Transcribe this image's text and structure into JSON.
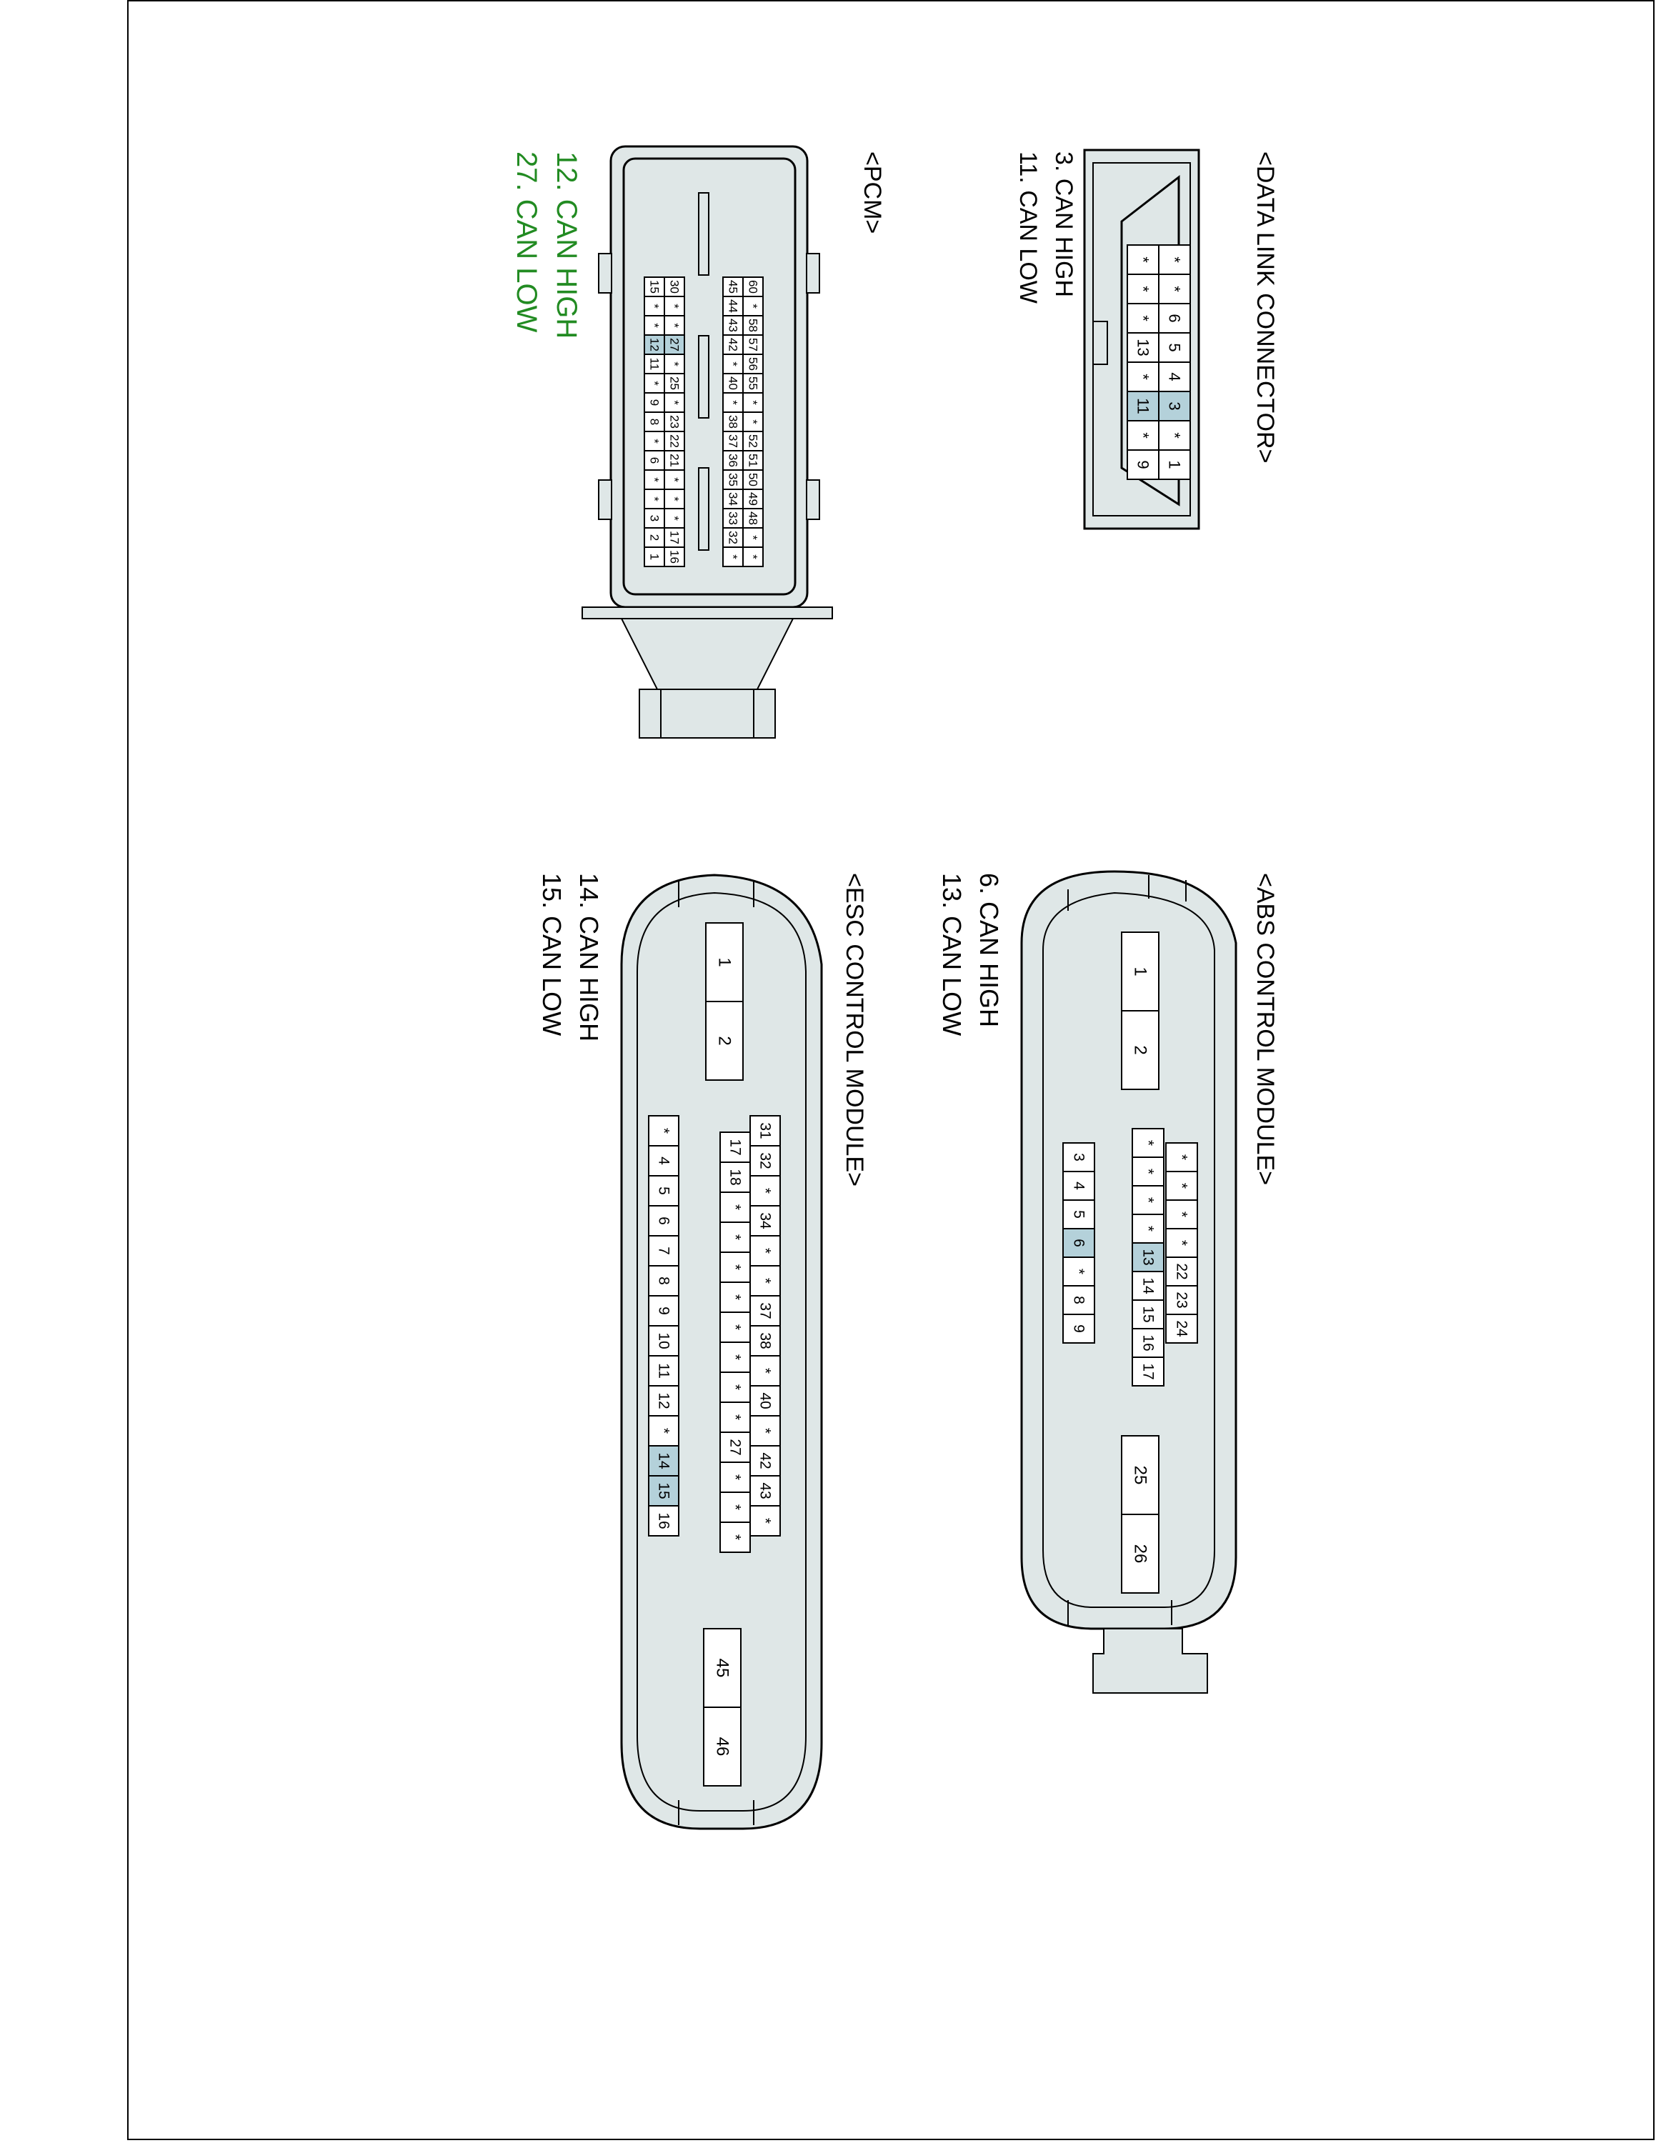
{
  "colors": {
    "connector_fill": "#dfe7e7",
    "highlight": "#b4d1da",
    "pcm_label": "#228b22",
    "line": "#000000"
  },
  "dlc": {
    "title": "<DATA LINK CONNECTOR>",
    "labels": [
      "3. CAN HIGH",
      "11. CAN LOW"
    ],
    "rows": [
      [
        "1",
        "*",
        "3",
        "4",
        "5",
        "6",
        "*",
        "*"
      ],
      [
        "9",
        "*",
        "11",
        "*",
        "13",
        "*",
        "*",
        "*"
      ]
    ],
    "highlighted": [
      "3",
      "11"
    ]
  },
  "pcm": {
    "title": "<PCM>",
    "labels": [
      "12. CAN HIGH",
      "27. CAN LOW"
    ],
    "upper_rows": [
      [
        "*",
        "*",
        "48",
        "49",
        "50",
        "51",
        "52",
        "*",
        "*",
        "55",
        "56",
        "57",
        "58",
        "*",
        "60"
      ],
      [
        "*",
        "32",
        "33",
        "34",
        "35",
        "36",
        "37",
        "38",
        "*",
        "40",
        "*",
        "42",
        "43",
        "44",
        "45"
      ]
    ],
    "lower_rows": [
      [
        "16",
        "17",
        "*",
        "*",
        "*",
        "21",
        "22",
        "23",
        "*",
        "25",
        "*",
        "27",
        "*",
        "*",
        "30"
      ],
      [
        "1",
        "2",
        "3",
        "*",
        "*",
        "6",
        "*",
        "8",
        "9",
        "*",
        "11",
        "12",
        "*",
        "*",
        "15"
      ]
    ],
    "highlighted": [
      "12",
      "27"
    ]
  },
  "abs": {
    "title": "<ABS CONTROL MODULE>",
    "labels": [
      "6. CAN HIGH",
      "13. CAN LOW"
    ],
    "top_block": [
      "1",
      "2"
    ],
    "grid_row1": [
      "*",
      "*",
      "*",
      "*",
      "22",
      "23",
      "24"
    ],
    "grid_row2": [
      "*",
      "*",
      "*",
      "*",
      "13",
      "14",
      "15",
      "16",
      "17"
    ],
    "left_row": [
      "3",
      "4",
      "5",
      "6",
      "*",
      "8",
      "9"
    ],
    "bottom_block": [
      "25",
      "26"
    ],
    "highlighted": [
      "6",
      "13"
    ]
  },
  "esc": {
    "title": "<ESC CONTROL MODULE>",
    "labels": [
      "14. CAN HIGH",
      "15. CAN LOW"
    ],
    "top_block": [
      "1",
      "2"
    ],
    "grid_row1": [
      "31",
      "32",
      "*",
      "34",
      "*",
      "*",
      "37",
      "38",
      "*",
      "40",
      "*",
      "42",
      "43",
      "*"
    ],
    "grid_row2": [
      "17",
      "18",
      "*",
      "*",
      "*",
      "*",
      "*",
      "*",
      "*",
      "*",
      "27",
      "*",
      "*",
      "*"
    ],
    "left_row": [
      "*",
      "4",
      "5",
      "6",
      "7",
      "8",
      "9",
      "10",
      "11",
      "12",
      "*",
      "14",
      "15",
      "16"
    ],
    "bottom_block": [
      "45",
      "46"
    ],
    "highlighted": [
      "14",
      "15"
    ]
  }
}
